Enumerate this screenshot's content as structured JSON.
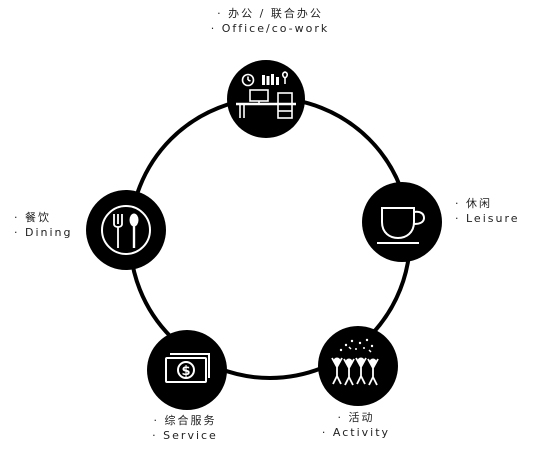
{
  "colors": {
    "background": "#ffffff",
    "ring": "#000000",
    "node_fill": "#000000",
    "icon": "#ffffff",
    "text": "#222222"
  },
  "nodes": {
    "office": {
      "icon": "desk-icon",
      "label_cn": "· 办公 / 联合办公",
      "label_en": "· Office/co-work"
    },
    "leisure": {
      "icon": "coffee-cup-icon",
      "label_cn": "· 休闲",
      "label_en": "· Leisure"
    },
    "activity": {
      "icon": "celebration-icon",
      "label_cn": "· 活动",
      "label_en": "· Activity"
    },
    "service": {
      "icon": "dollar-bill-icon",
      "label_cn": "· 综合服务",
      "label_en": "· Service"
    },
    "dining": {
      "icon": "fork-spoon-plate-icon",
      "label_cn": "· 餐饮",
      "label_en": "· Dining"
    }
  }
}
